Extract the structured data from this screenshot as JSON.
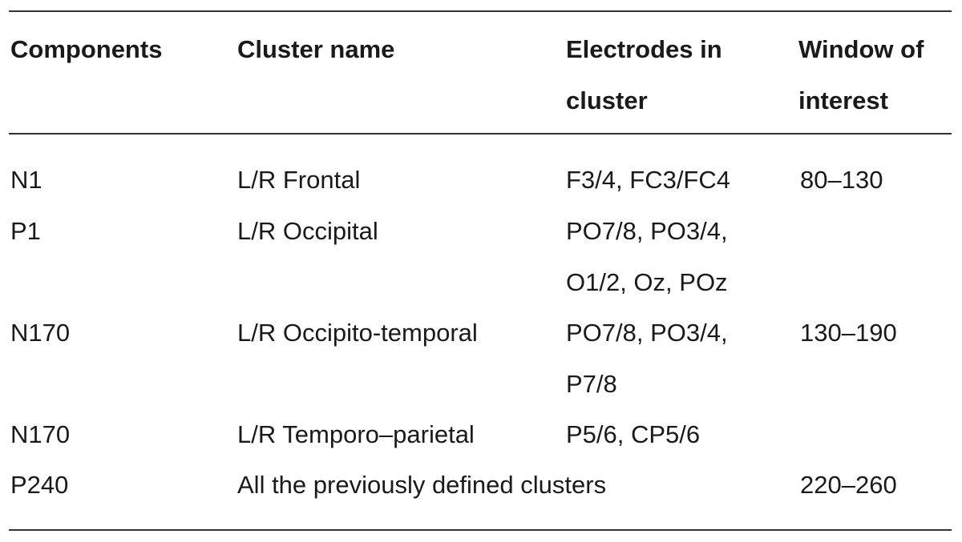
{
  "table": {
    "headers": {
      "components": "Components",
      "cluster_name": "Cluster name",
      "electrodes_line1": "Electrodes in",
      "electrodes_line2": "cluster",
      "window_line1": "Window of",
      "window_line2": "interest"
    },
    "rows": [
      {
        "component": "N1",
        "cluster": "L/R Frontal",
        "electrodes": [
          "F3/4, FC3/FC4"
        ],
        "window": "80–130"
      },
      {
        "component": "P1",
        "cluster": "L/R Occipital",
        "electrodes": [
          "PO7/8, PO3/4,",
          "O1/2, Oz, POz"
        ],
        "window": ""
      },
      {
        "component": "N170",
        "cluster": "L/R Occipito-temporal",
        "electrodes": [
          "PO7/8, PO3/4,",
          "P7/8"
        ],
        "window": "130–190"
      },
      {
        "component": "N170",
        "cluster": "L/R Temporo–parietal",
        "electrodes": [
          "P5/6, CP5/6"
        ],
        "window": ""
      },
      {
        "component": "P240",
        "cluster": "All the previously defined clusters",
        "electrodes": [],
        "window": "220–260"
      }
    ]
  }
}
